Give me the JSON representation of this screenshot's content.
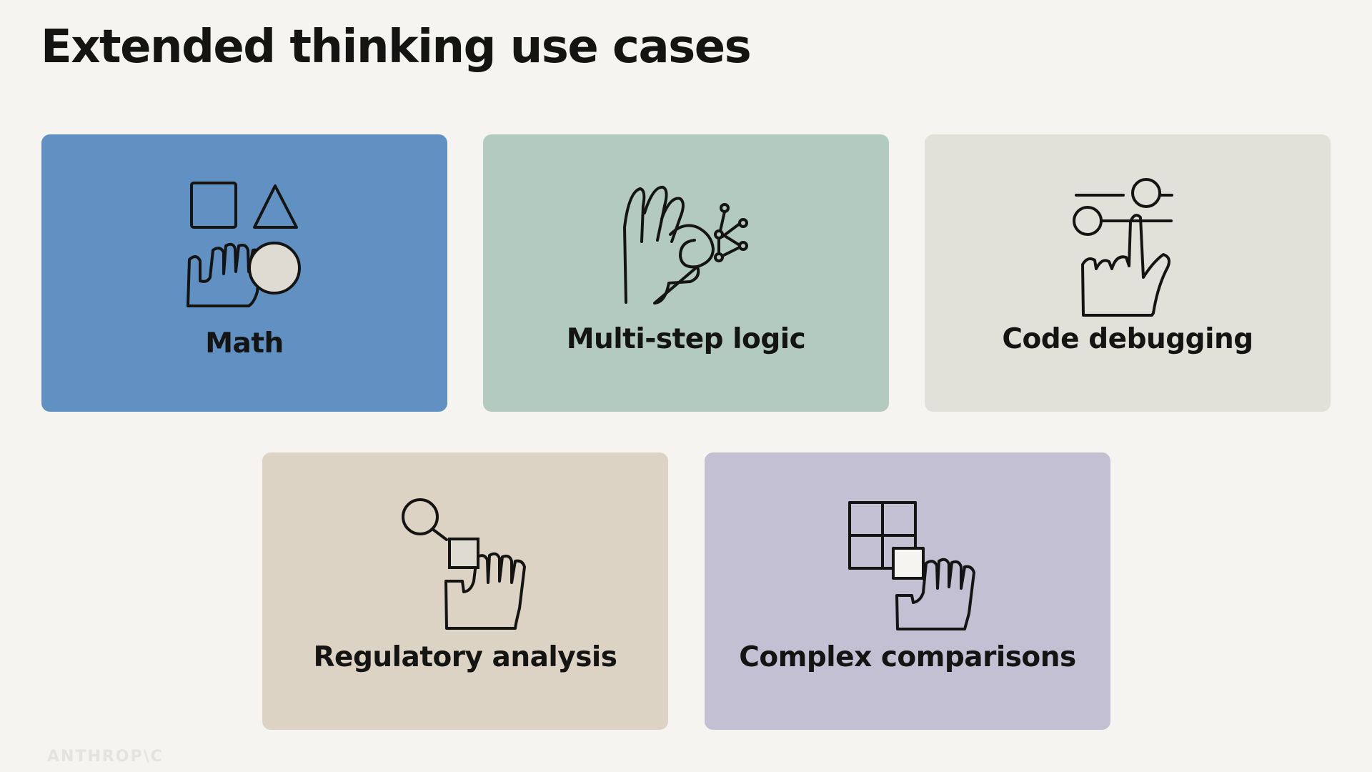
{
  "title": "Extended thinking use cases",
  "cards": [
    {
      "label": "Math",
      "icon": "shapes-hand-icon",
      "color": "#6190c2"
    },
    {
      "label": "Multi-step logic",
      "icon": "ok-hand-nodes-icon",
      "color": "#b3cac0"
    },
    {
      "label": "Code debugging",
      "icon": "pointer-sliders-icon",
      "color": "#e1e1d9"
    },
    {
      "label": "Regulatory analysis",
      "icon": "hand-node-square-icon",
      "color": "#dcd3c4"
    },
    {
      "label": "Complex comparisons",
      "icon": "hand-grid-icon",
      "color": "#c3c0d3"
    }
  ],
  "footer": {
    "logo": "ANTHROP\\C"
  }
}
